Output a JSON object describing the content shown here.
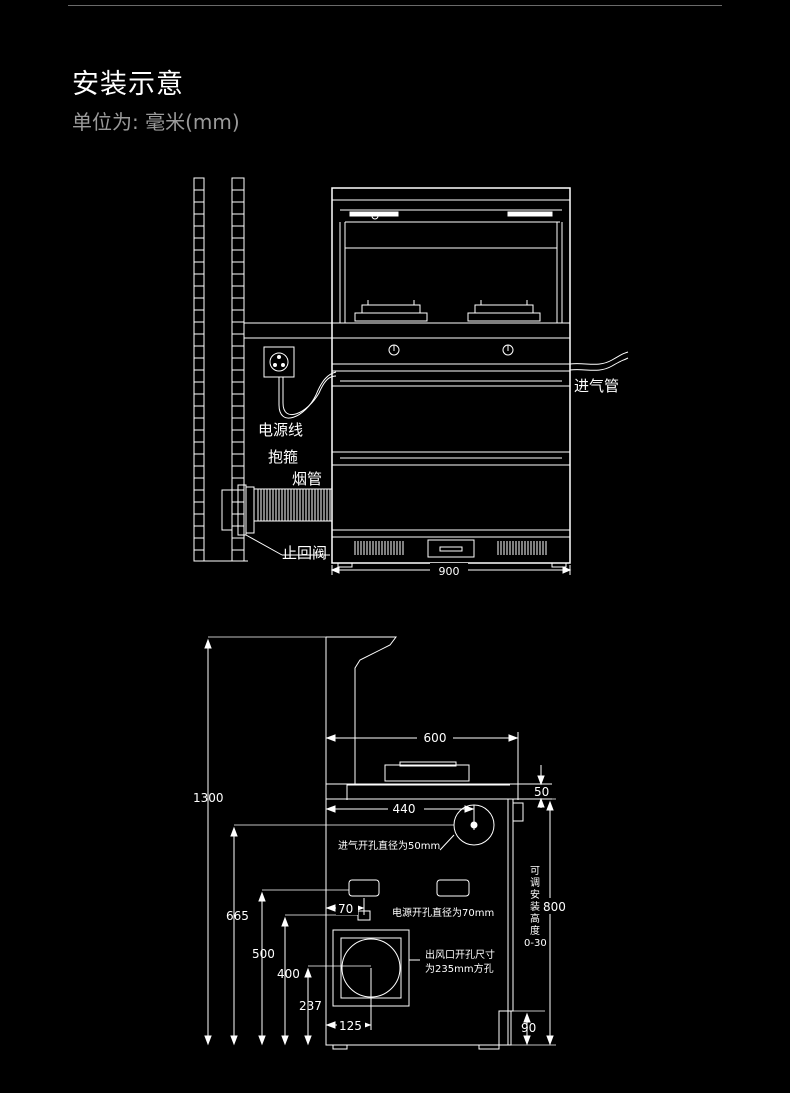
{
  "header": {
    "title": "安装示意",
    "subtitle": "单位为: 毫米(mm)"
  },
  "diagram_top": {
    "labels": {
      "intake_pipe": "进气管",
      "power_cord": "电源线",
      "hoop": "抱箍",
      "flue_pipe": "烟管",
      "check_valve": "止回阀"
    },
    "width_dim": "900"
  },
  "diagram_side": {
    "dims": {
      "total_height": "1300",
      "depth": "600",
      "hole_offset": "440",
      "top_height": "50",
      "height_665": "665",
      "offset_70": "70",
      "height_500": "500",
      "height_400": "400",
      "height_237": "237",
      "width_125": "125",
      "cabinet_height": "800",
      "leg_height": "90"
    },
    "notes": {
      "intake_hole": "进气开孔直径为50mm",
      "power_hole": "电源开孔直径为70mm",
      "outlet_line1": "出风口开孔尺寸",
      "outlet_line2": "为235mm方孔",
      "adjustable": [
        "可",
        "调",
        "安",
        "装",
        "高",
        "度"
      ],
      "adjustable_range": "0-30"
    }
  }
}
